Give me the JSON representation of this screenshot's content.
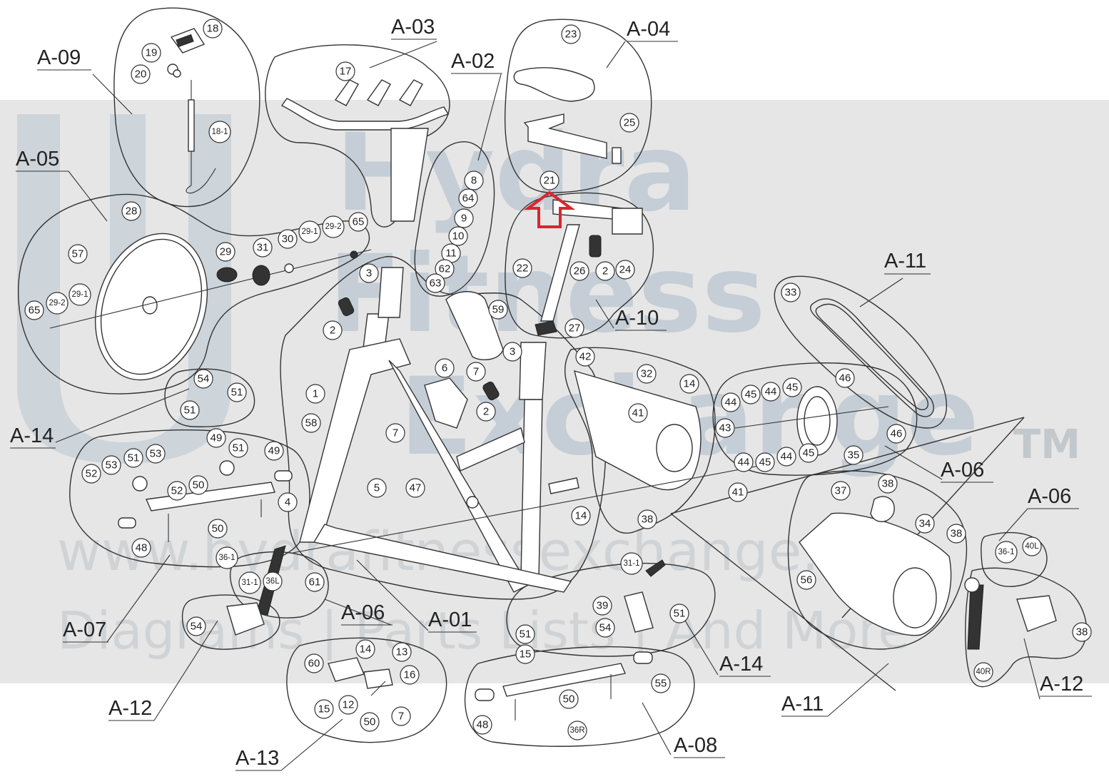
{
  "watermark": {
    "brand_line1": "Hydra",
    "brand_line2": "Fitness",
    "brand_line3": "Exchange",
    "trademark": "TM",
    "url": "www.hydrafitnessexchange.com",
    "tagline": "Diagrams | Parts Lists | And More"
  },
  "colors": {
    "ink": "#333333",
    "watermark_band": "#e6e6e6",
    "highlight_arrow": "#d9262c"
  },
  "groups": [
    {
      "id": "A-09",
      "label": "A-09"
    },
    {
      "id": "A-03",
      "label": "A-03"
    },
    {
      "id": "A-02",
      "label": "A-02"
    },
    {
      "id": "A-04",
      "label": "A-04"
    },
    {
      "id": "A-05",
      "label": "A-05"
    },
    {
      "id": "A-11a",
      "label": "A-11"
    },
    {
      "id": "A-10",
      "label": "A-10"
    },
    {
      "id": "A-06a",
      "label": "A-06"
    },
    {
      "id": "A-14a",
      "label": "A-14"
    },
    {
      "id": "A-06b",
      "label": "A-06"
    },
    {
      "id": "A-07",
      "label": "A-07"
    },
    {
      "id": "A-06c",
      "label": "A-06"
    },
    {
      "id": "A-01",
      "label": "A-01"
    },
    {
      "id": "A-14b",
      "label": "A-14"
    },
    {
      "id": "A-12a",
      "label": "A-12"
    },
    {
      "id": "A-11b",
      "label": "A-11"
    },
    {
      "id": "A-12b",
      "label": "A-12"
    },
    {
      "id": "A-13",
      "label": "A-13"
    },
    {
      "id": "A-08",
      "label": "A-08"
    }
  ],
  "parts": [
    "18",
    "19",
    "20",
    "18-1",
    "17",
    "23",
    "25",
    "21",
    "8",
    "64",
    "9",
    "10",
    "11",
    "62",
    "63",
    "28",
    "57",
    "29",
    "31",
    "30",
    "29-1",
    "29-2",
    "65",
    "29-2",
    "29-1",
    "65",
    "3",
    "2",
    "22",
    "26",
    "2",
    "24",
    "27",
    "59",
    "33",
    "1",
    "3",
    "6",
    "7",
    "2",
    "42",
    "32",
    "14",
    "41",
    "46",
    "45",
    "44",
    "45",
    "44",
    "43",
    "44",
    "45",
    "44",
    "45",
    "35",
    "46",
    "54",
    "51",
    "51",
    "58",
    "7",
    "49",
    "51",
    "53",
    "51",
    "49",
    "52",
    "53",
    "52",
    "50",
    "4",
    "5",
    "47",
    "14",
    "41",
    "38",
    "37",
    "38",
    "34",
    "38",
    "56",
    "50",
    "48",
    "36-1",
    "31-1",
    "36L",
    "61",
    "31-1",
    "36-1",
    "40L",
    "54",
    "39",
    "51",
    "54",
    "51",
    "15",
    "14",
    "13",
    "60",
    "16",
    "15",
    "12",
    "7",
    "50",
    "55",
    "50",
    "48",
    "36R",
    "40R",
    "38"
  ]
}
